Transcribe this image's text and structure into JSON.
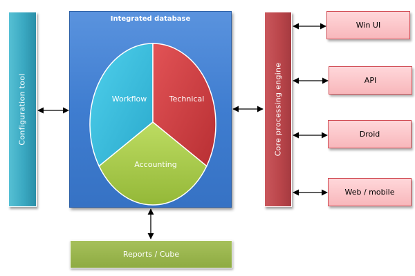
{
  "configuration_tool": {
    "label": "Configuration  tool",
    "color": "#3aa8c1"
  },
  "integrated_database": {
    "title": "Integrated database",
    "segments": [
      {
        "label": "Workflow",
        "color": "#3bbfdf"
      },
      {
        "label": "Technical",
        "color": "#d33f42"
      },
      {
        "label": "Accounting",
        "color": "#a8cc46"
      }
    ]
  },
  "core_engine": {
    "label": "Core processing engine",
    "color": "#bb464b"
  },
  "clients": [
    {
      "label": "Win UI"
    },
    {
      "label": "API"
    },
    {
      "label": "Droid"
    },
    {
      "label": "Web / mobile"
    }
  ],
  "reports": {
    "label": "Reports / Cube",
    "color": "#8eab42"
  }
}
